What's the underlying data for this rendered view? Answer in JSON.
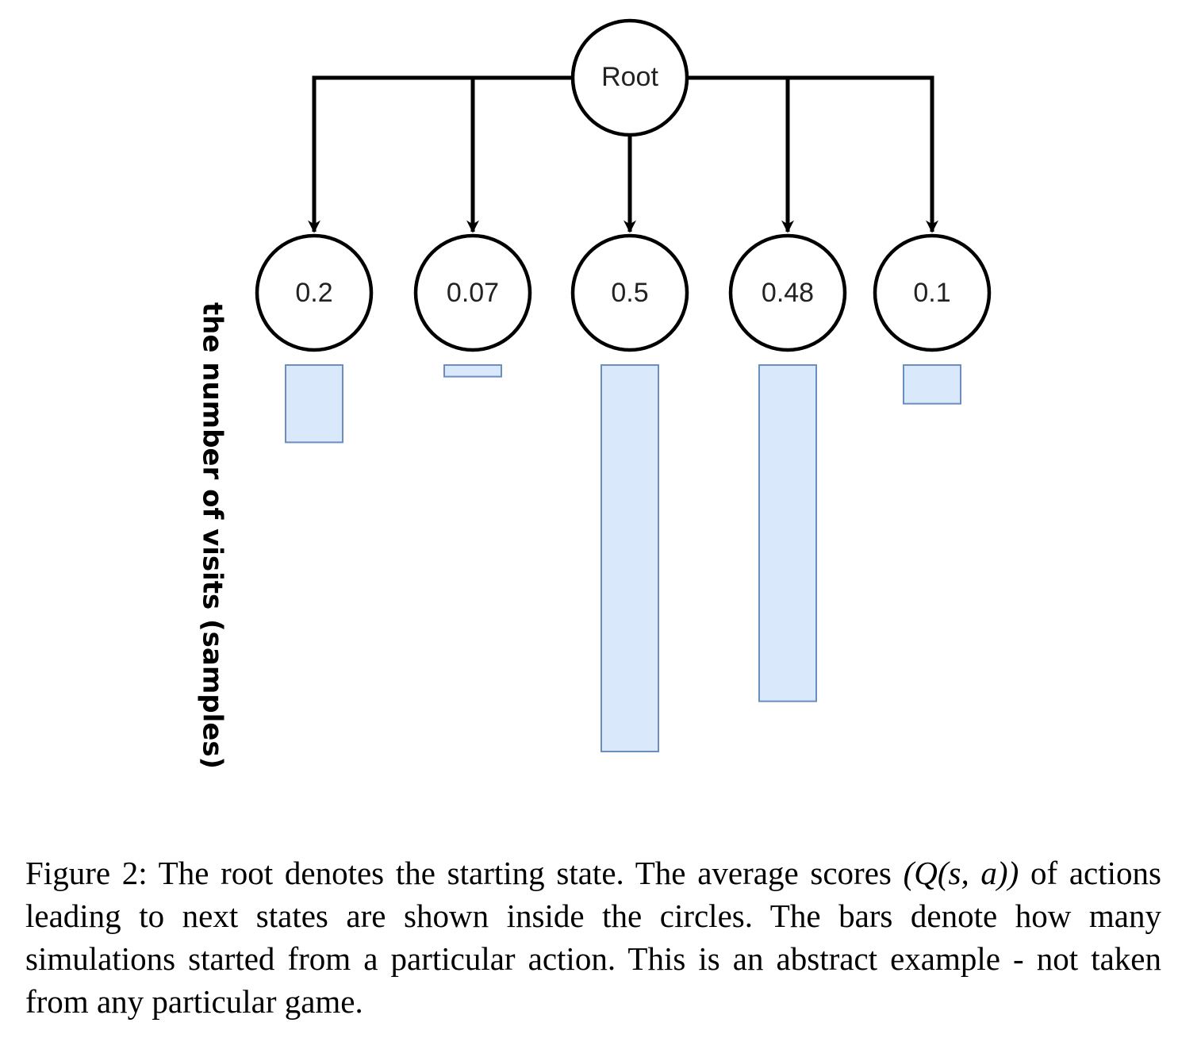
{
  "diagram": {
    "root": {
      "label": "Root"
    },
    "children": [
      {
        "label": "0.2",
        "visits_fraction": 0.2
      },
      {
        "label": "0.07",
        "visits_fraction": 0.03
      },
      {
        "label": "0.5",
        "visits_fraction": 1.0
      },
      {
        "label": "0.48",
        "visits_fraction": 0.87
      },
      {
        "label": "0.1",
        "visits_fraction": 0.1
      }
    ],
    "bar_axis_label": "the number of visits (samples)",
    "colors": {
      "line": "#000000",
      "bar_fill": "#dae8fc",
      "bar_stroke": "#6c8ebf"
    }
  },
  "caption": {
    "prefix": "Figure 2: The root denotes the starting state. The average scores ",
    "math": "(Q(s, a))",
    "suffix": " of actions leading to next states are shown inside the circles. The bars denote how many simulations started from a particular action. This is an abstract example - not taken from any particular game."
  }
}
